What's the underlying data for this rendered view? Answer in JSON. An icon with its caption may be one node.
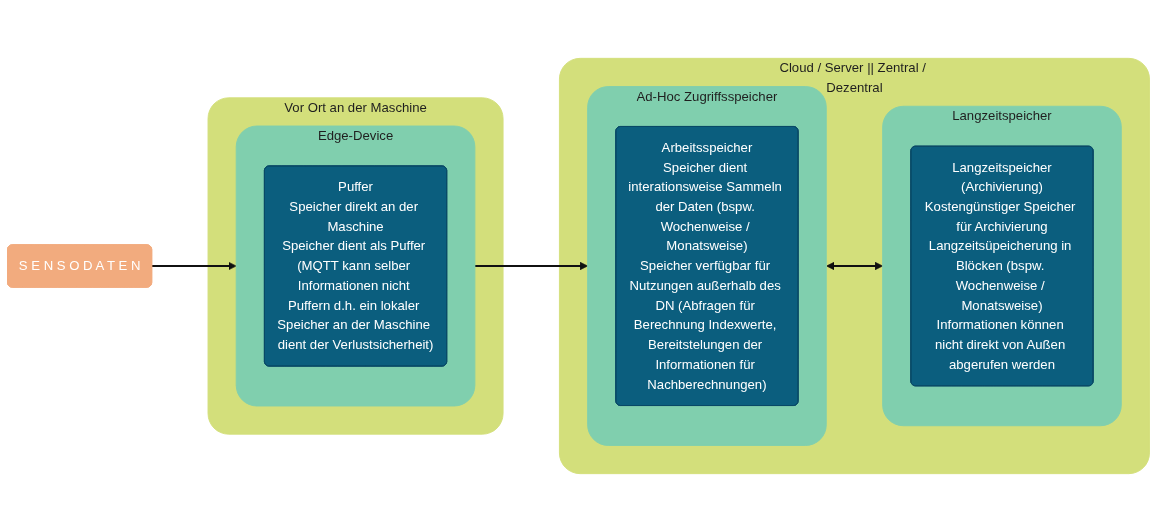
{
  "diagram": {
    "nodes": [
      {
        "text": [
          "S E N S O D A T E N"
        ]
      },
      {
        "text": [
          "Vor Ort an der Maschine"
        ]
      },
      {
        "text": [
          "Edge-Device"
        ],
        "in": 1
      },
      {
        "text": [
          "Puffer",
          "Speicher direkt an der Maschine",
          "Speicher dient als Puffer (MQTT kann selber Informationen nicht Puffern d.h. ein lokaler Speicher an der Maschine dient der Verlustsicherheit)"
        ],
        "in": 2
      },
      {
        "text": [
          "Cloud / Server || Zentral / Dezentral"
        ]
      },
      {
        "text": [
          "Ad-Hoc Zugriffsspeicher"
        ],
        "in": 4
      },
      {
        "text": [
          "Arbeitsspeicher",
          "Speicher dient interationsweise Sammeln der Daten (bspw. Wochenweise / Monatsweise)",
          "Speicher verfügbar für Nutzungen außerhalb des DN (Abfragen für Berechnung Indexwerte, Bereitstelungen der Informationen für Nachberechnungen)"
        ],
        "in": 5
      },
      {
        "text": [
          "Langzeitspeicher"
        ],
        "in": 4
      },
      {
        "text": [
          "Langzeitspeicher",
          "(Archivierung)",
          "Kostengünstiger Speicher für Archivierung",
          "Langzeitsüpeicherung in Blöcken (bspw. Wochenweise / Monatsweise)",
          "Informationen können nicht direkt von Außen abgerufen werden"
        ],
        "in": 7
      }
    ],
    "edges": [
      {
        "from": 0,
        "to": 2,
        "arrow": "to"
      },
      {
        "from": 2,
        "to": 5,
        "arrow": "to"
      },
      {
        "from": 5,
        "to": 7,
        "arrow": "both"
      }
    ]
  }
}
